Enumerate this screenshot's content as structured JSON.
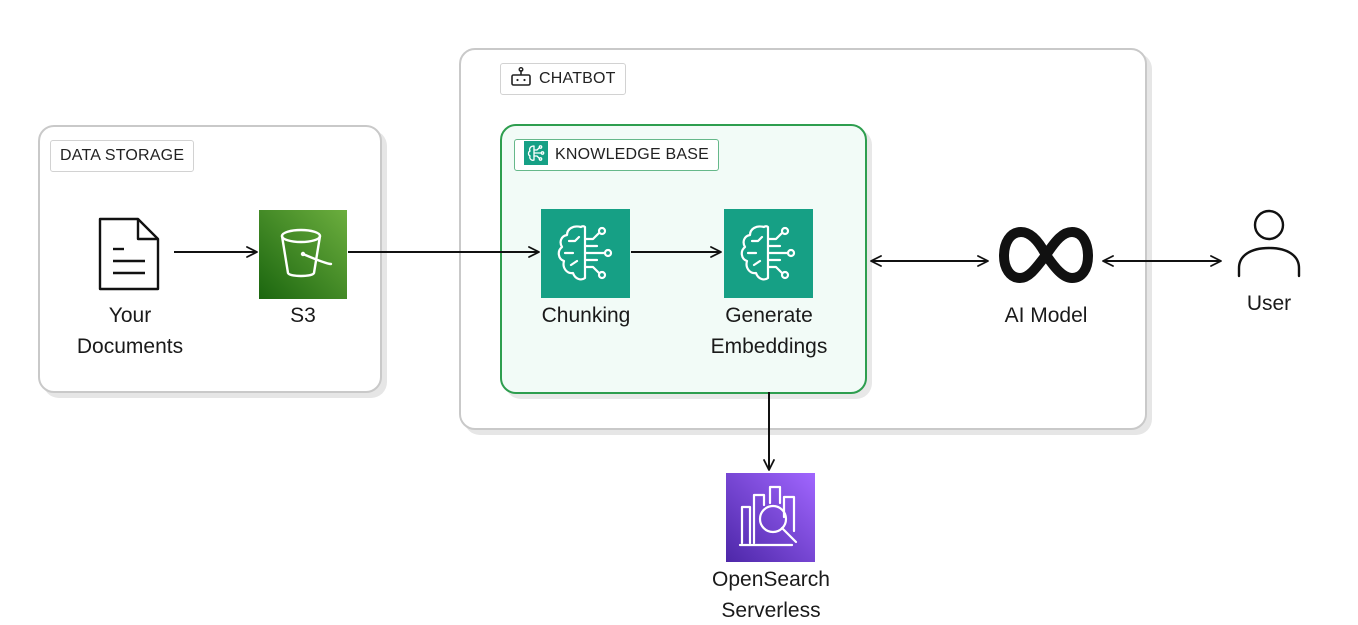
{
  "groups": {
    "data_storage": {
      "label": "DATA STORAGE"
    },
    "chatbot": {
      "label": "CHATBOT"
    },
    "knowledge_base": {
      "label": "KNOWLEDGE BASE"
    }
  },
  "nodes": {
    "documents": {
      "line1": "Your",
      "line2": "Documents",
      "icon": "document-icon"
    },
    "s3": {
      "label": "S3",
      "icon": "s3-bucket-icon",
      "color": "#3a8a25"
    },
    "chunking": {
      "label": "Chunking",
      "icon": "bedrock-brain-icon",
      "color": "#16a085"
    },
    "embeddings": {
      "line1": "Generate",
      "line2": "Embeddings",
      "icon": "bedrock-brain-icon",
      "color": "#16a085"
    },
    "ai_model": {
      "label": "AI Model",
      "icon": "meta-infinity-icon"
    },
    "user": {
      "label": "User",
      "icon": "user-icon"
    },
    "opensearch": {
      "line1": "OpenSearch",
      "line2": "Serverless",
      "icon": "opensearch-icon",
      "color": "#7b3fe4"
    }
  },
  "edges": [
    {
      "from": "documents",
      "to": "s3",
      "direction": "forward"
    },
    {
      "from": "s3",
      "to": "chunking",
      "direction": "forward"
    },
    {
      "from": "chunking",
      "to": "embeddings",
      "direction": "forward"
    },
    {
      "from": "knowledge_base",
      "to": "ai_model",
      "direction": "both"
    },
    {
      "from": "ai_model",
      "to": "user",
      "direction": "both"
    },
    {
      "from": "knowledge_base",
      "to": "opensearch",
      "direction": "forward"
    }
  ]
}
